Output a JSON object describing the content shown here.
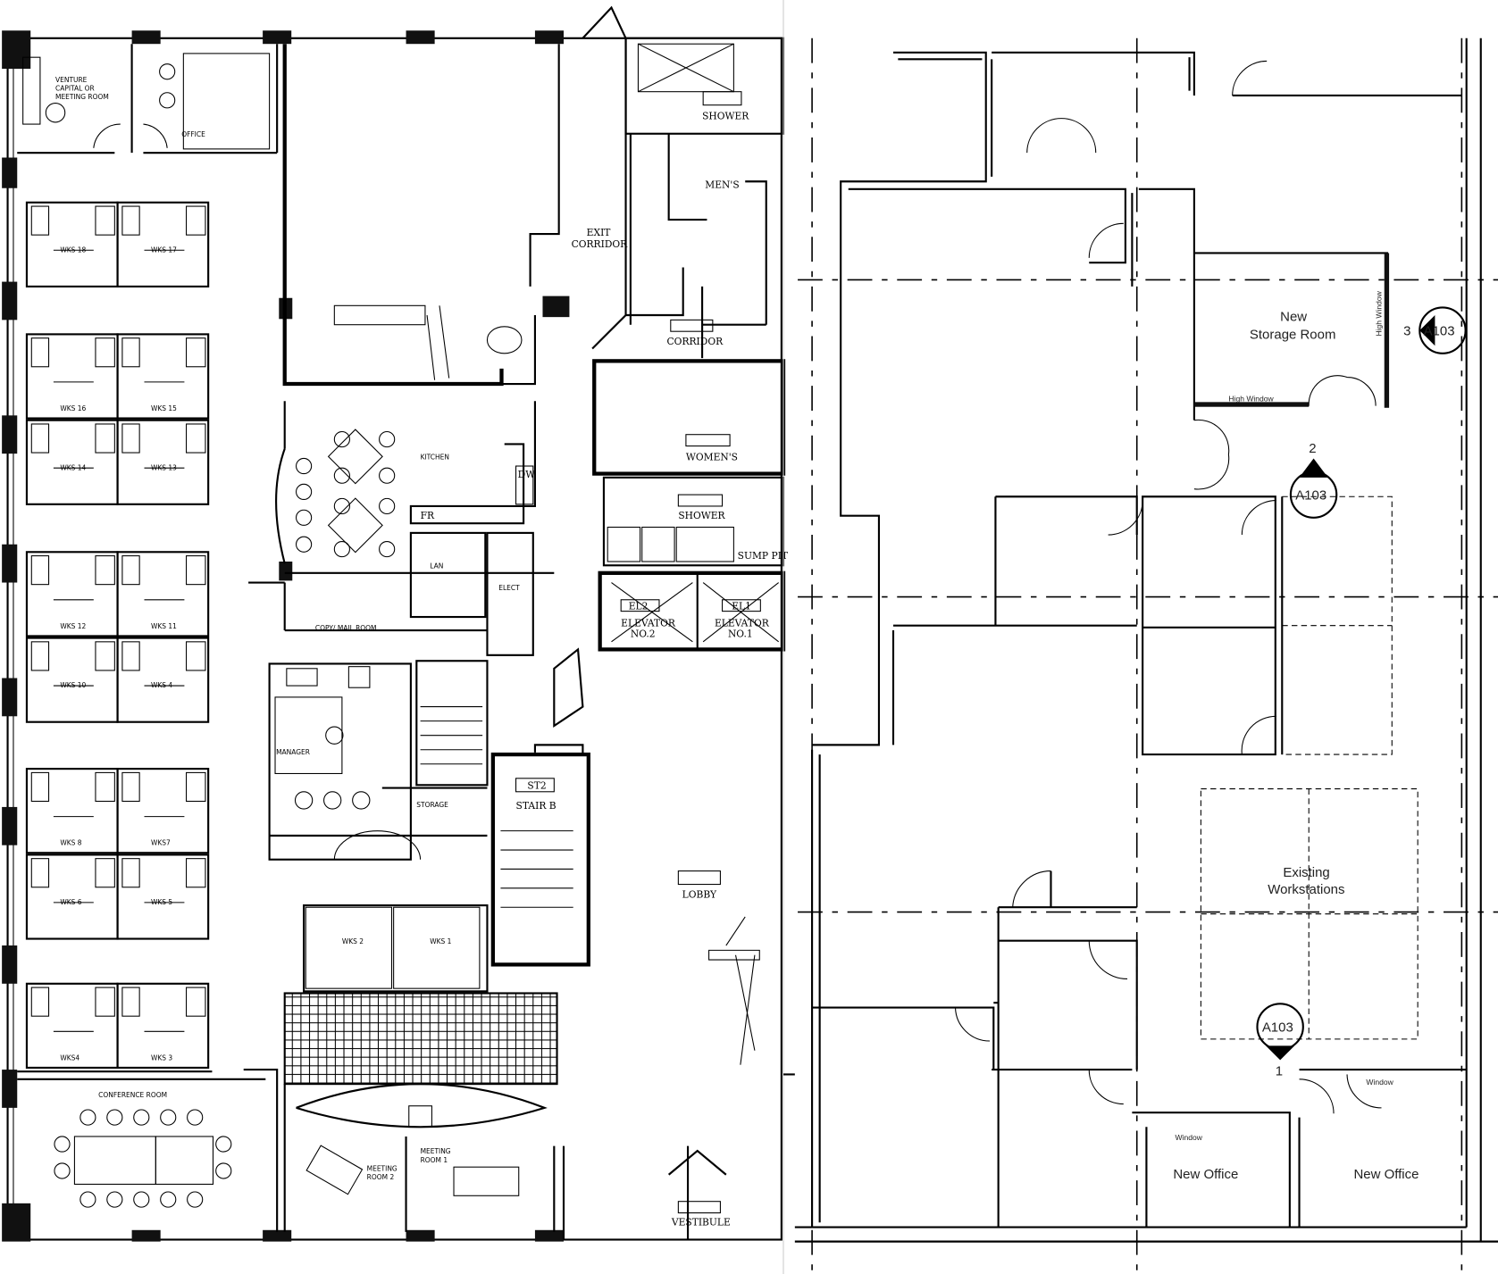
{
  "left_plan": {
    "rooms": {
      "venture": [
        "VENTURE",
        "CAPITAL OR",
        "MEETING ROOM"
      ],
      "office": "OFFICE",
      "shower_top": "SHOWER",
      "mens": "MEN'S",
      "exit_corridor": [
        "EXIT",
        "CORRIDOR"
      ],
      "corridor": "CORRIDOR",
      "womens": "WOMEN'S",
      "shower_mid": "SHOWER",
      "sump": "SUMP PIT",
      "kitchen": "KITCHEN",
      "dw": "DW",
      "fr": "FR",
      "lan": "LAN",
      "elect": "ELECT",
      "copy_mail": "COPY/ MAIL ROOM",
      "el2": "EL2",
      "elevator2": [
        "ELEVATOR",
        "NO.2"
      ],
      "el1": "EL1",
      "elevator1": [
        "ELEVATOR",
        "NO.1"
      ],
      "manager": "MANAGER",
      "storage": "STORAGE",
      "st2": "ST2",
      "stair_b": "STAIR B",
      "lobby": "LOBBY",
      "conference": "CONFERENCE ROOM",
      "meeting2": [
        "MEETING",
        "ROOM 2"
      ],
      "meeting1": [
        "MEETING",
        "ROOM 1"
      ],
      "vestibule": "VESTIBULE"
    },
    "workstations": [
      "WKS 18",
      "WKS 17",
      "WKS 16",
      "WKS 15",
      "WKS 14",
      "WKS 13",
      "WKS 12",
      "WKS 11",
      "WKS 10",
      "WKS 4",
      "WKS 8",
      "WKS7",
      "WKS 6",
      "WKS 5",
      "WKS4",
      "WKS 3",
      "WKS 2",
      "WKS 1"
    ]
  },
  "right_plan": {
    "storage_room": [
      "New",
      "Storage Room"
    ],
    "high_window_v": "High Window",
    "high_window_h": "High Window",
    "existing_workstations": [
      "Existing",
      "Workstations"
    ],
    "office_left": "New Office",
    "office_right": "New Office",
    "window_left": "Window",
    "window_right": "Window",
    "markers": [
      {
        "sheet": "A103",
        "number": "3"
      },
      {
        "sheet": "A103",
        "number": "2"
      },
      {
        "sheet": "A103",
        "number": "1"
      }
    ]
  }
}
